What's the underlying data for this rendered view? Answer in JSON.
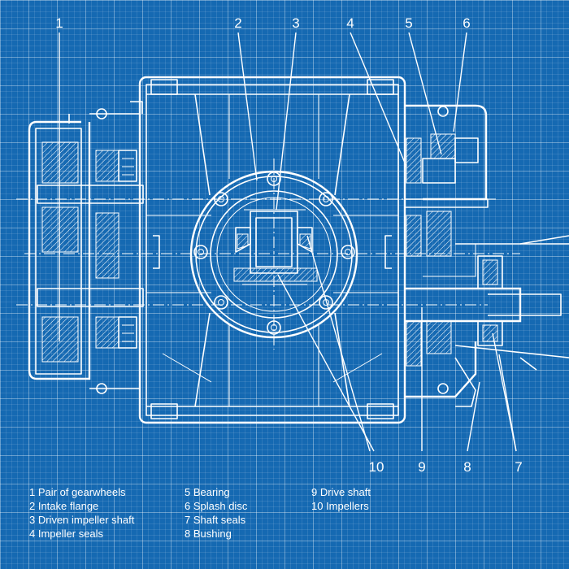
{
  "callouts": [
    "1",
    "2",
    "3",
    "4",
    "5",
    "6",
    "10",
    "9",
    "8",
    "7"
  ],
  "legend": {
    "col1": [
      "1 Pair of gearwheels",
      "2 Intake flange",
      "3 Driven impeller shaft",
      "4 Impeller seals"
    ],
    "col2": [
      "5 Bearing",
      "6 Splash disc",
      "7 Shaft seals",
      "8 Bushing"
    ],
    "col3": [
      "9 Drive shaft",
      "10 Impellers"
    ]
  },
  "colors": {
    "background": "#1569b2",
    "lines": "#ffffff"
  }
}
